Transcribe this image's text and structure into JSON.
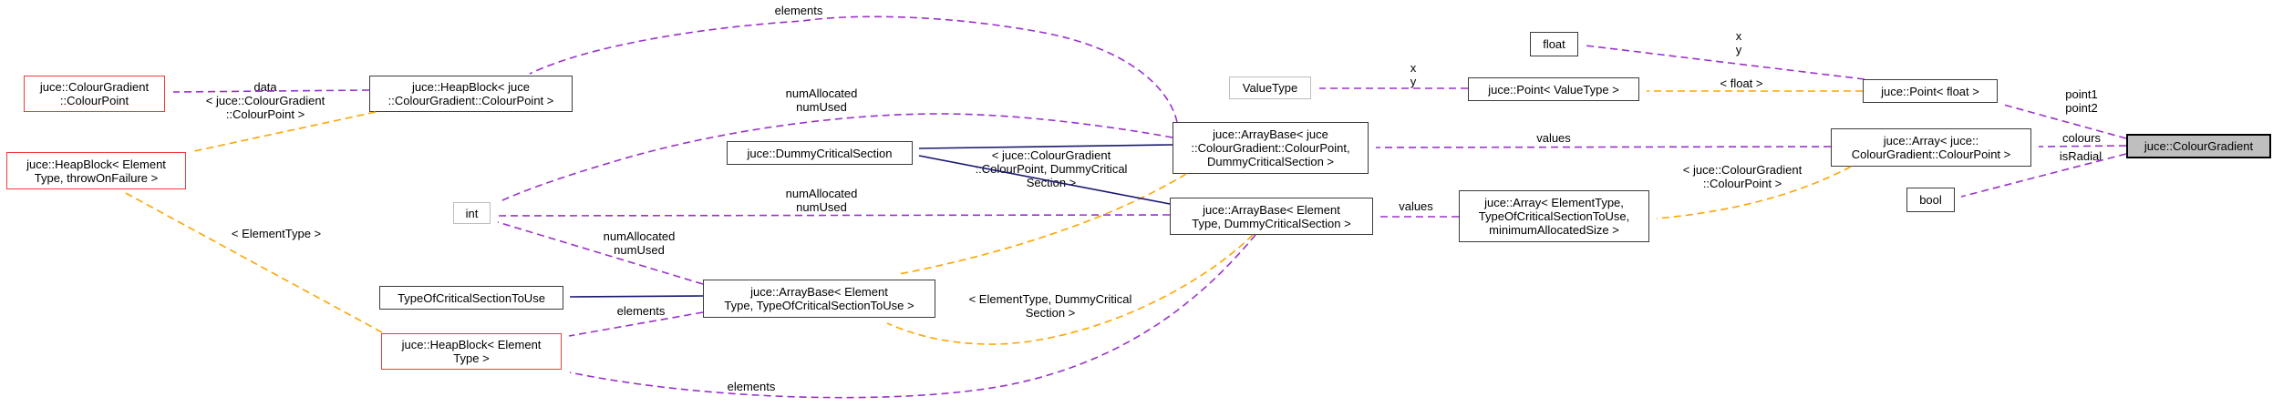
{
  "colors": {
    "usage_edge": "#9a32cd",
    "template_edge": "#ffa500",
    "inheritance_edge": "#191970",
    "truncated_node_border": "#f23a3a",
    "undocumented_node_border": "#bdbdbd",
    "current_node_fill": "#bfbfbf"
  },
  "nodes": [
    {
      "id": "colourpoint",
      "label": "juce::ColourGradient\n::ColourPoint"
    },
    {
      "id": "heapblock-throw",
      "label": "juce::HeapBlock< Element\nType, throwOnFailure >"
    },
    {
      "id": "heapblock-juce",
      "label": "juce::HeapBlock< juce\n::ColourGradient::ColourPoint >"
    },
    {
      "id": "dummy-critical",
      "label": "juce::DummyCriticalSection"
    },
    {
      "id": "int",
      "label": "int"
    },
    {
      "id": "type-of-critical",
      "label": "TypeOfCriticalSectionToUse"
    },
    {
      "id": "arraybase-et-tocs",
      "label": "juce::ArrayBase< Element\nType, TypeOfCriticalSectionToUse >"
    },
    {
      "id": "heapblock-et",
      "label": "juce::HeapBlock< Element\nType >"
    },
    {
      "id": "valuetype",
      "label": "ValueType"
    },
    {
      "id": "float",
      "label": "float"
    },
    {
      "id": "point-valuetype",
      "label": "juce::Point< ValueType >"
    },
    {
      "id": "point-float",
      "label": "juce::Point< float >"
    },
    {
      "id": "arraybase-juce",
      "label": "juce::ArrayBase< juce\n::ColourGradient::ColourPoint,\nDummyCriticalSection >"
    },
    {
      "id": "arraybase-et-dcs",
      "label": "juce::ArrayBase< Element\nType, DummyCriticalSection >"
    },
    {
      "id": "array-et",
      "label": "juce::Array< ElementType,\nTypeOfCriticalSectionToUse,\nminimumAllocatedSize >"
    },
    {
      "id": "array-juce",
      "label": "juce::Array< juce::\nColourGradient::ColourPoint >"
    },
    {
      "id": "bool",
      "label": "bool"
    },
    {
      "id": "colourgradient",
      "label": "juce::ColourGradient"
    }
  ],
  "edge_labels": [
    {
      "id": "elements-top",
      "text": "elements"
    },
    {
      "id": "data",
      "text": "data"
    },
    {
      "id": "tmpl-heapblock",
      "text": "< juce::ColourGradient\n::ColourPoint >"
    },
    {
      "id": "numalloc-1",
      "text": "numAllocated\nnumUsed"
    },
    {
      "id": "tmpl-arraybase",
      "text": "< juce::ColourGradient\n::ColourPoint, DummyCritical\nSection >"
    },
    {
      "id": "values-1",
      "text": "values"
    },
    {
      "id": "values-2",
      "text": "values"
    },
    {
      "id": "numalloc-2",
      "text": "numAllocated\nnumUsed"
    },
    {
      "id": "numalloc-3",
      "text": "numAllocated\nnumUsed"
    },
    {
      "id": "elements-mid",
      "text": "elements"
    },
    {
      "id": "tmpl-et-dcs",
      "text": "< ElementType, DummyCritical\nSection >"
    },
    {
      "id": "elements-bottom",
      "text": "elements"
    },
    {
      "id": "tmpl-elementtype",
      "text": "< ElementType >"
    },
    {
      "id": "xy-1",
      "text": "x\ny"
    },
    {
      "id": "xy-2",
      "text": "x\ny"
    },
    {
      "id": "tmpl-float",
      "text": "< float >"
    },
    {
      "id": "tmpl-array-juce",
      "text": "< juce::ColourGradient\n::ColourPoint >"
    },
    {
      "id": "point1-point2",
      "text": "point1\npoint2"
    },
    {
      "id": "colours",
      "text": "colours"
    },
    {
      "id": "isradial",
      "text": "isRadial"
    }
  ],
  "edges": [
    {
      "from": "arraybase-juce",
      "to": "heapblock-juce",
      "label": "elements",
      "kind": "usage"
    },
    {
      "from": "heapblock-juce",
      "to": "colourpoint",
      "label": "data",
      "kind": "usage"
    },
    {
      "from": "heapblock-juce",
      "to": "heapblock-throw",
      "label": "< juce::ColourGradient ::ColourPoint >",
      "kind": "template"
    },
    {
      "from": "arraybase-juce",
      "to": "int",
      "label": "numAllocated numUsed",
      "kind": "usage"
    },
    {
      "from": "arraybase-et-dcs",
      "to": "int",
      "label": "numAllocated numUsed",
      "kind": "usage"
    },
    {
      "from": "arraybase-et-tocs",
      "to": "int",
      "label": "numAllocated numUsed",
      "kind": "usage"
    },
    {
      "from": "arraybase-juce",
      "to": "dummy-critical",
      "label": "",
      "kind": "inheritance"
    },
    {
      "from": "arraybase-et-dcs",
      "to": "dummy-critical",
      "label": "",
      "kind": "inheritance"
    },
    {
      "from": "arraybase-et-tocs",
      "to": "type-of-critical",
      "label": "",
      "kind": "inheritance"
    },
    {
      "from": "arraybase-juce",
      "to": "arraybase-et-tocs",
      "label": "< juce::ColourGradient ::ColourPoint, DummyCritical Section >",
      "kind": "template"
    },
    {
      "from": "arraybase-et-dcs",
      "to": "arraybase-et-tocs",
      "label": "< ElementType, DummyCritical Section >",
      "kind": "template"
    },
    {
      "from": "arraybase-et-tocs",
      "to": "heapblock-et",
      "label": "elements",
      "kind": "usage"
    },
    {
      "from": "arraybase-et-dcs",
      "to": "heapblock-et",
      "label": "elements",
      "kind": "usage"
    },
    {
      "from": "heapblock-et",
      "to": "heapblock-throw",
      "label": "< ElementType >",
      "kind": "template"
    },
    {
      "from": "array-juce",
      "to": "arraybase-juce",
      "label": "values",
      "kind": "usage"
    },
    {
      "from": "array-et",
      "to": "arraybase-et-dcs",
      "label": "values",
      "kind": "usage"
    },
    {
      "from": "array-juce",
      "to": "array-et",
      "label": "< juce::ColourGradient ::ColourPoint >",
      "kind": "template"
    },
    {
      "from": "point-valuetype",
      "to": "valuetype",
      "label": "x y",
      "kind": "usage"
    },
    {
      "from": "point-float",
      "to": "float",
      "label": "x y",
      "kind": "usage"
    },
    {
      "from": "point-float",
      "to": "point-valuetype",
      "label": "< float >",
      "kind": "template"
    },
    {
      "from": "colourgradient",
      "to": "point-float",
      "label": "point1 point2",
      "kind": "usage"
    },
    {
      "from": "colourgradient",
      "to": "array-juce",
      "label": "colours",
      "kind": "usage"
    },
    {
      "from": "colourgradient",
      "to": "bool",
      "label": "isRadial",
      "kind": "usage"
    }
  ]
}
